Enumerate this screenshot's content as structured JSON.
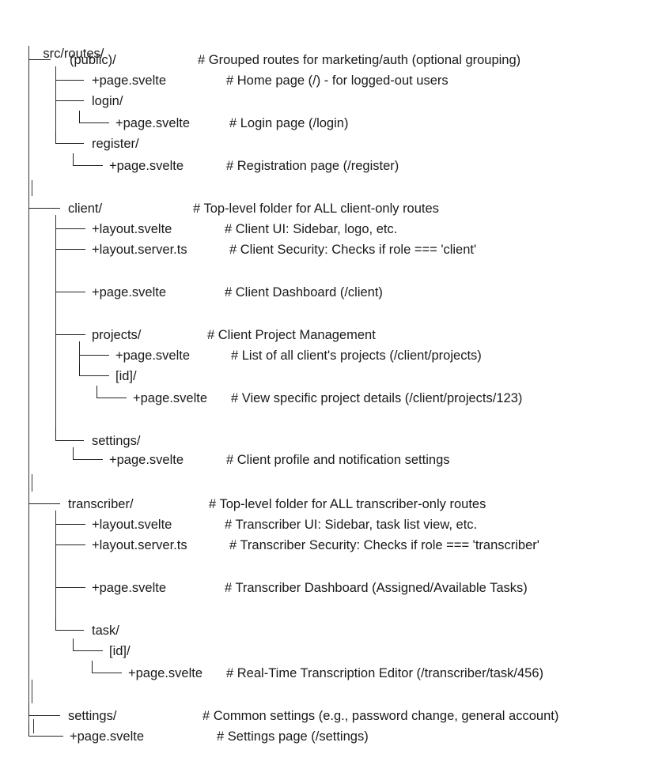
{
  "root": "src/routes/",
  "entries": [
    {
      "name": "(public)/",
      "comment": "# Grouped routes for marketing/auth (optional grouping)"
    },
    {
      "name": "+page.svelte",
      "comment": "# Home page (/) - for logged-out users"
    },
    {
      "name": "login/",
      "comment": ""
    },
    {
      "name": "+page.svelte",
      "comment": "# Login page (/login)"
    },
    {
      "name": "register/",
      "comment": ""
    },
    {
      "name": "+page.svelte",
      "comment": "# Registration page (/register)"
    },
    {
      "name": "client/",
      "comment": "# Top-level folder for ALL client-only routes"
    },
    {
      "name": "+layout.svelte",
      "comment": "# Client UI: Sidebar, logo, etc."
    },
    {
      "name": "+layout.server.ts",
      "comment": "# Client Security: Checks if role === 'client'"
    },
    {
      "name": "+page.svelte",
      "comment": "# Client Dashboard (/client)"
    },
    {
      "name": "projects/",
      "comment": "# Client Project Management"
    },
    {
      "name": "+page.svelte",
      "comment": "# List of all client's projects (/client/projects)"
    },
    {
      "name": "[id]/",
      "comment": ""
    },
    {
      "name": "+page.svelte",
      "comment": "# View specific project details (/client/projects/123)"
    },
    {
      "name": "settings/",
      "comment": ""
    },
    {
      "name": "+page.svelte",
      "comment": "# Client profile and notification settings"
    },
    {
      "name": "transcriber/",
      "comment": "# Top-level folder for ALL transcriber-only routes"
    },
    {
      "name": "+layout.svelte",
      "comment": "# Transcriber UI: Sidebar, task list view, etc."
    },
    {
      "name": "+layout.server.ts",
      "comment": "# Transcriber Security: Checks if role === 'transcriber'"
    },
    {
      "name": "+page.svelte",
      "comment": "# Transcriber Dashboard (Assigned/Available Tasks)"
    },
    {
      "name": "task/",
      "comment": ""
    },
    {
      "name": "[id]/",
      "comment": ""
    },
    {
      "name": "+page.svelte",
      "comment": "# Real-Time Transcription Editor (/transcriber/task/456)"
    },
    {
      "name": "settings/",
      "comment": "# Common settings (e.g., password change, general account)"
    },
    {
      "name": "+page.svelte",
      "comment": "# Settings page (/settings)"
    }
  ]
}
